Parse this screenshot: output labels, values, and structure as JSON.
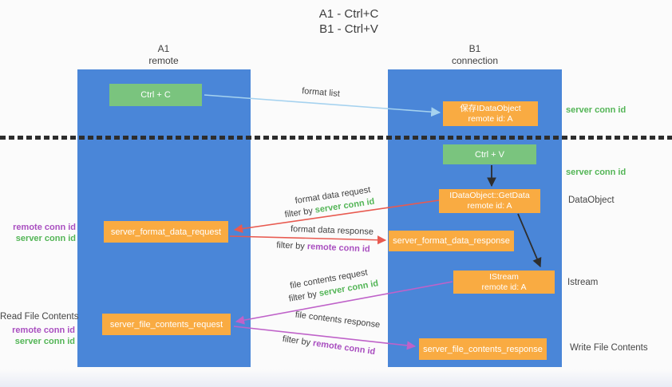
{
  "title": {
    "line1": "A1 - Ctrl+C",
    "line2": "B1 - Ctrl+V"
  },
  "columns": {
    "a1": {
      "name": "A1",
      "role": "remote"
    },
    "b1": {
      "name": "B1",
      "role": "connection"
    }
  },
  "boxes": {
    "ctrl_c": "Ctrl + C",
    "ctrl_v": "Ctrl + V",
    "save_dataobject_line1": "保存IDataObject",
    "save_dataobject_line2": "remote id: A",
    "getdata_line1": "IDataObject::GetData",
    "getdata_line2": "remote id: A",
    "istream_line1": "IStream",
    "istream_line2": "remote id: A",
    "format_request": "server_format_data_request",
    "format_response": "server_format_data_response",
    "file_request": "server_file_contents_request",
    "file_response": "server_file_contents_response"
  },
  "labels": {
    "format_list": "format list",
    "format_data_request": "format data request",
    "format_data_response": "format data response",
    "file_contents_request": "file contents request",
    "file_contents_response": "file contents response",
    "filter_by": "filter by ",
    "server_conn_id": "server conn id",
    "remote_conn_id": "remote conn id"
  },
  "annotations": {
    "right_server_conn_id_top": "server conn id",
    "right_server_conn_id_mid": "server conn id",
    "data_object": "DataObject",
    "istream": "Istream",
    "write_file_contents": "Write File Contents",
    "read_file_contents": "Read File Contents",
    "left_remote_conn_id_top": "remote conn id",
    "left_server_conn_id_top": "server conn id",
    "left_remote_conn_id_bottom": "remote conn id",
    "left_server_conn_id_bottom": "server conn id"
  },
  "colors": {
    "column_blue": "#4a86d8",
    "node_orange": "#f9ab42",
    "node_green": "#7ac47e",
    "green_id_text": "#53b556",
    "purple_id_text": "#a94fc0",
    "arrow_light_blue": "#a5d2ef",
    "arrow_red": "#e85a50",
    "arrow_magenta": "#bf62c9",
    "arrow_black": "#2e2e2e"
  }
}
